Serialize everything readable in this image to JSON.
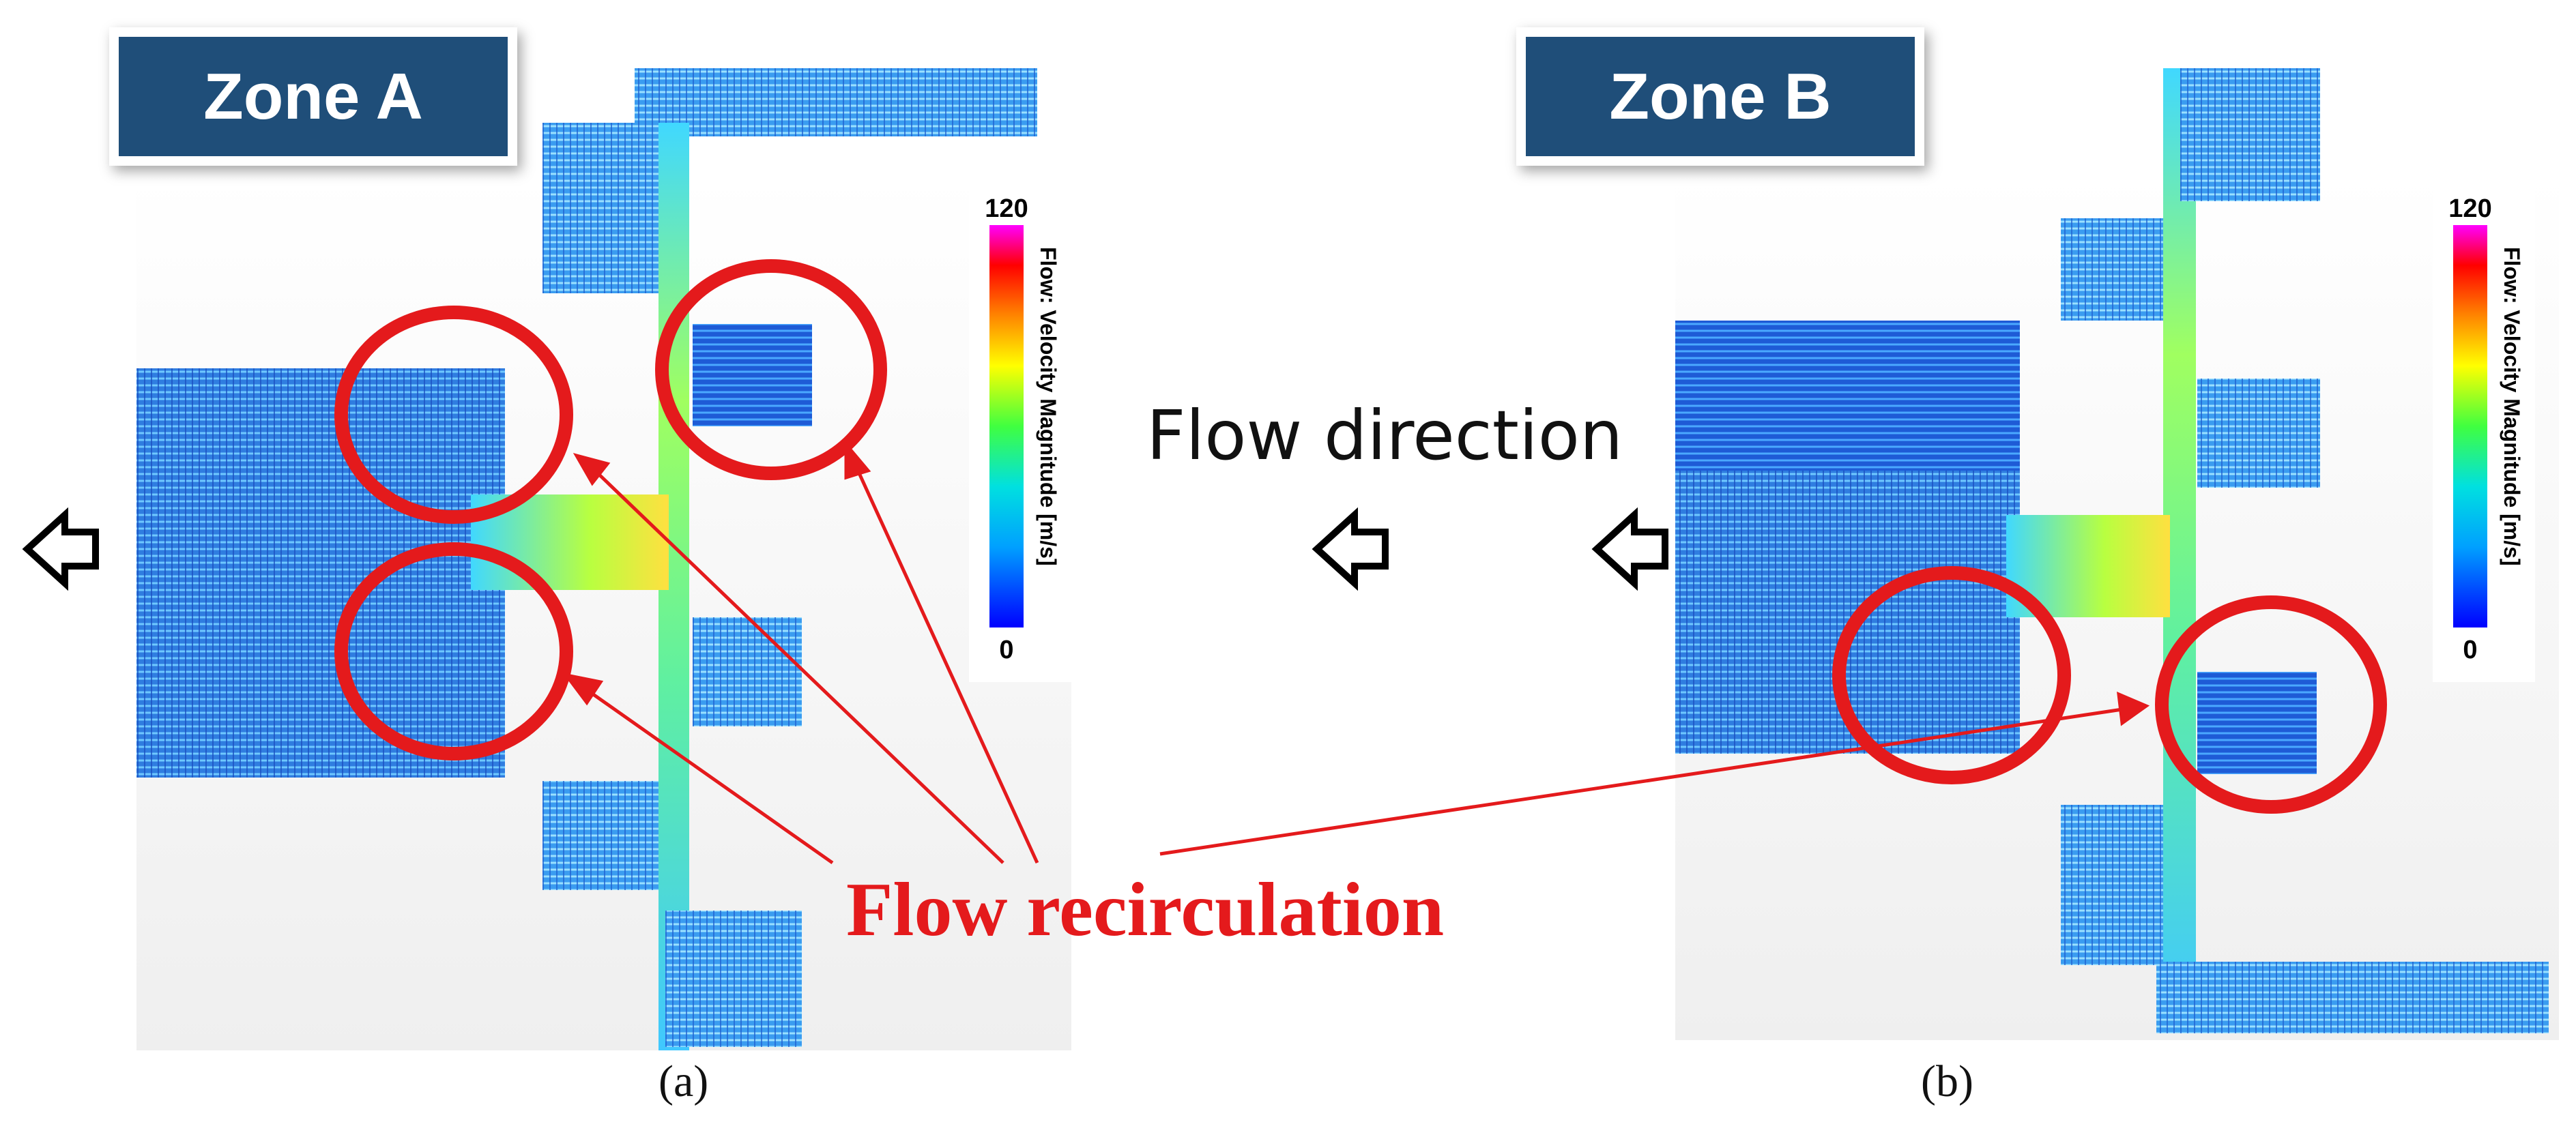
{
  "panel_a": {
    "zone_label": "Zone A",
    "caption": "(a)",
    "legend": {
      "max": "120",
      "min": "0",
      "title": "Flow: Velocity Magnitude [m/s]"
    }
  },
  "panel_b": {
    "zone_label": "Zone B",
    "caption": "(b)",
    "legend": {
      "max": "120",
      "min": "0",
      "title": "Flow: Velocity Magnitude [m/s]"
    }
  },
  "annotations": {
    "flow_direction": "Flow direction",
    "flow_recirculation": "Flow recirculation"
  },
  "colors": {
    "zone_label_bg": "#1f4e79",
    "annotation_red": "#e41a1c",
    "velocity_scale": [
      "#0000ff",
      "#00a0ff",
      "#00e0e0",
      "#40ff40",
      "#ffff00",
      "#ff8000",
      "#ff0000",
      "#ff00ff"
    ]
  },
  "icons": [
    "arrow-left-icon"
  ]
}
